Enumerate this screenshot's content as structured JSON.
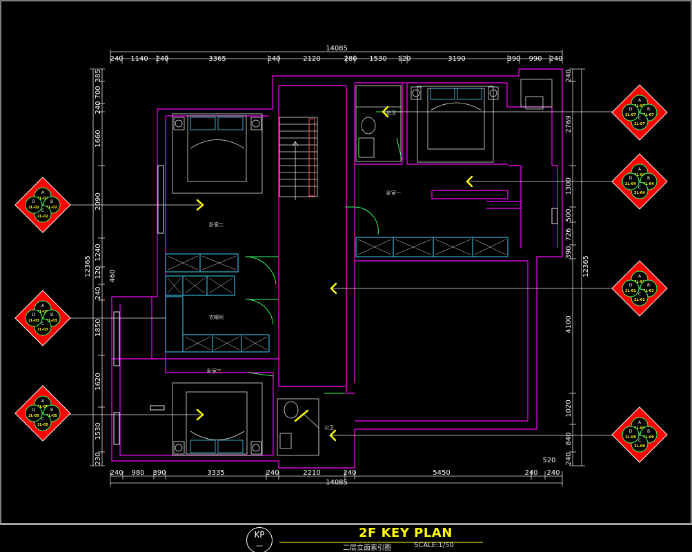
{
  "drawing": {
    "total_width_top": "14085",
    "total_width_bottom": "14085",
    "total_height_left": "12365",
    "total_height_right": "12365",
    "top_dims": [
      "240",
      "1140",
      "240",
      "3365",
      "240",
      "2120",
      "280",
      "1530",
      "120",
      "3190",
      "390",
      "990",
      "240"
    ],
    "bottom_dims": [
      "240",
      "980",
      "390",
      "3335",
      "240",
      "2210",
      "240",
      "5450",
      "240",
      "240"
    ],
    "bottom_extra": "520",
    "left_dims": [
      "385",
      "700",
      "240",
      "1660",
      "2090",
      "1240",
      "120",
      "240",
      "460",
      "1850",
      "1620",
      "1530",
      "230"
    ],
    "right_dims": [
      "240",
      "2769",
      "1300",
      "500",
      "726",
      "390",
      "4100",
      "1020",
      "840",
      "240"
    ]
  },
  "rooms": {
    "bedroom1": "卧室一",
    "bedroom2": "卧室二",
    "bedroom3": "卧室三",
    "closet": "衣帽间",
    "private_bath": "私卫",
    "public_bath": "公卫"
  },
  "tags": {
    "t1": {
      "a": "A",
      "b": "B",
      "c": "C",
      "d": "D",
      "codes": [
        "2L-07",
        "2L-07",
        "2L-07",
        "2L-07"
      ]
    },
    "t2": {
      "a": "A",
      "b": "B",
      "c": "C",
      "d": "D",
      "codes": [
        "2L-04",
        "2L-04",
        "2L-04",
        "2L-04"
      ]
    },
    "t3": {
      "a": "A",
      "b": "B",
      "c": "C",
      "d": "D",
      "codes": [
        "2L-01",
        "2L-01",
        "2L-01",
        "2L-01"
      ]
    },
    "t4": {
      "a": "A",
      "b": "B",
      "c": "C",
      "d": "D",
      "codes": [
        "2L-09",
        "2L-09",
        "2L-09",
        "2L-09"
      ]
    },
    "t5": {
      "a": "A",
      "b": "B",
      "c": "C",
      "d": "D",
      "codes": [
        "2L-02",
        "2L-02",
        "2L-02",
        "2L-02"
      ]
    },
    "t6": {
      "a": "A",
      "b": "B",
      "c": "C",
      "d": "D",
      "codes": [
        "2L-03",
        "2L-03",
        "2L-03",
        "2L-03"
      ]
    },
    "t7": {
      "a": "A",
      "b": "B",
      "c": "C",
      "d": "D",
      "codes": [
        "2L-05",
        "2L-05",
        "2L-05",
        "2L-05"
      ]
    }
  },
  "title": {
    "main": "2F KEY PLAN",
    "sub": "二层立面索引图",
    "scale": "SCALE:1/50",
    "badge": "KP",
    "badge_sub": "—"
  }
}
